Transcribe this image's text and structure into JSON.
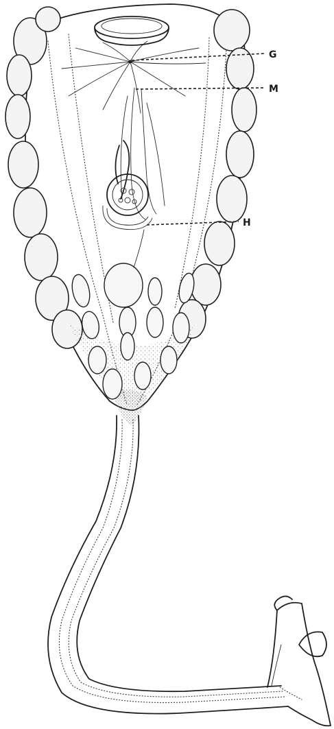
{
  "labels": {
    "g": "G",
    "m": "M",
    "h": "H"
  },
  "colors": {
    "ink": "#1e1e1e",
    "paper": "#ffffff",
    "stipple": "#c8c8c8"
  }
}
